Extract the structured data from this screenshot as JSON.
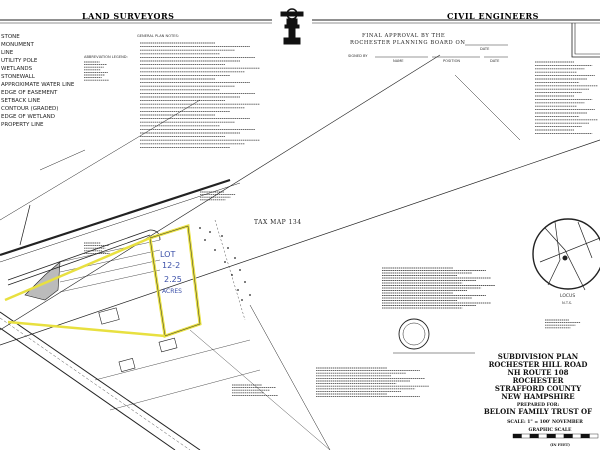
{
  "header": {
    "left_title": "LAND SURVEYORS",
    "right_title": "CIVIL ENGINEERS"
  },
  "approval": {
    "line1": "FINAL APPROVAL BY THE",
    "line2": "ROCHESTER PLANNING BOARD ON",
    "date_label": "DATE",
    "signed_by": "SIGNED BY",
    "name_label": "NAME",
    "position_label": "POSITION",
    "date_label2": "DATE"
  },
  "legend": {
    "items": [
      "STONE",
      "MONUMENT",
      "LINE",
      "UTILITY POLE",
      "WETLANDS",
      "STONEWALL",
      "APPROXIMATE WATER LINE",
      "EDGE OF EASEMENT",
      "SETBACK LINE",
      "CONTOUR (GRADED)",
      "EDGE OF WETLAND",
      "PROPERTY LINE"
    ]
  },
  "notes": {
    "general_title": "GENERAL PLAN NOTES:",
    "abbrev_title": "ABBREVIATION LEGEND:"
  },
  "plan": {
    "tax_map": "TAX MAP 134",
    "lot_label": [
      "LOT",
      "12-2",
      "2.25",
      "ACRES"
    ],
    "locus_label": "LOCUS",
    "locus_scale": "N.T.S."
  },
  "title_block": {
    "title": "SUBDIVISION PLAN",
    "road": "ROCHESTER HILL ROAD",
    "route": "NH ROUTE 108",
    "town": "ROCHESTER",
    "county": "STRAFFORD COUNTY",
    "state": "NEW HAMPSHIRE",
    "prepared_for_label": "PREPARED FOR:",
    "client": "BELOIN FAMILY TRUST OF",
    "scale": "SCALE: 1\" = 100'   NOVEMBER",
    "graphic_scale": "GRAPHIC SCALE",
    "scale_unit": "(IN FEET)"
  },
  "colors": {
    "lot_highlight": "#e8e040",
    "handwriting": "#3a4fa8",
    "ink": "#111111"
  }
}
